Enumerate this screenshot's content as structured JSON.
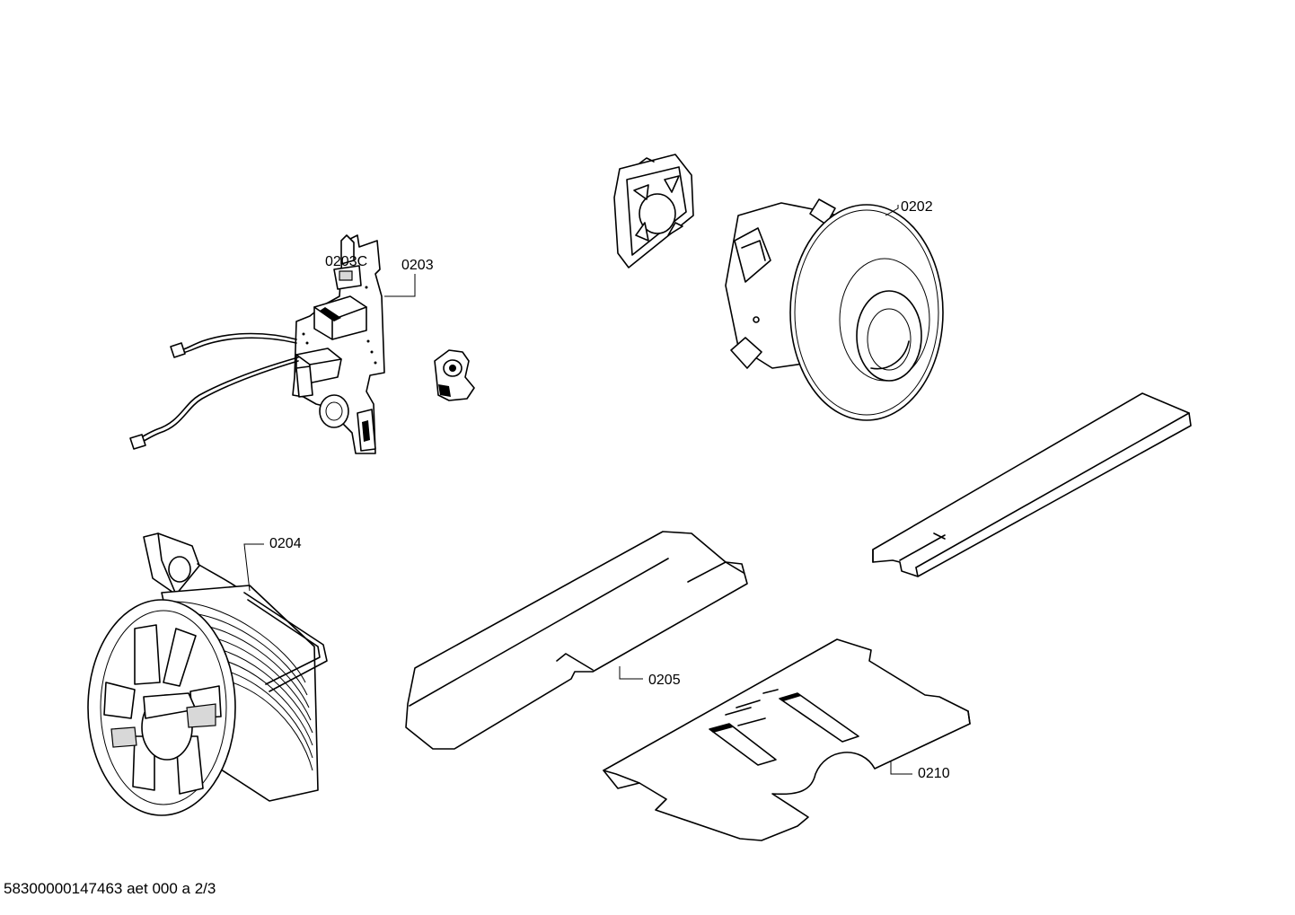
{
  "labels": {
    "p0202": "0202",
    "p0203": "0203",
    "p0203c": "0203C",
    "p0204": "0204",
    "p0205": "0205",
    "p0210": "0210"
  },
  "footer": "58300000147463 aet 000 a 2/3"
}
